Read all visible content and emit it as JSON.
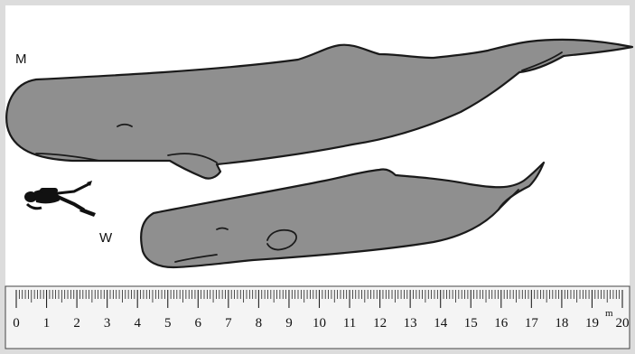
{
  "labels": {
    "male": "M",
    "female": "W"
  },
  "ruler": {
    "unit": "m",
    "min": 0,
    "max": 20,
    "numbers": [
      "0",
      "1",
      "2",
      "3",
      "4",
      "5",
      "6",
      "7",
      "8",
      "9",
      "10",
      "11",
      "12",
      "13",
      "14",
      "15",
      "16",
      "17",
      "18",
      "19",
      "20"
    ]
  },
  "icons": [
    "male-whale",
    "female-whale",
    "diver-icon"
  ],
  "colors": {
    "whale_fill": "#8f8f8f",
    "outline": "#1a1a1a",
    "background": "#dcdcdc",
    "ruler_fill": "#f4f4f4"
  }
}
